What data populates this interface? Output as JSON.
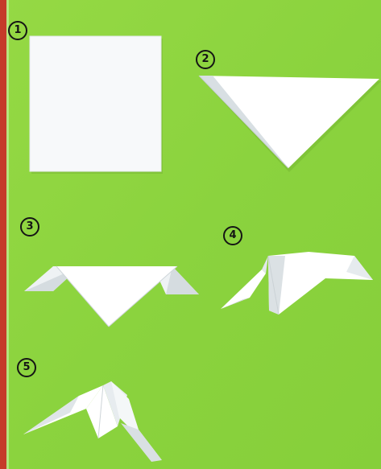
{
  "background_color": "#8bd33e",
  "edge_color": "#c53a2a",
  "paper_color": "#ffffff",
  "paper_shade_color": "#dde3e6",
  "step_labels": [
    "1",
    "2",
    "3",
    "4",
    "5"
  ]
}
